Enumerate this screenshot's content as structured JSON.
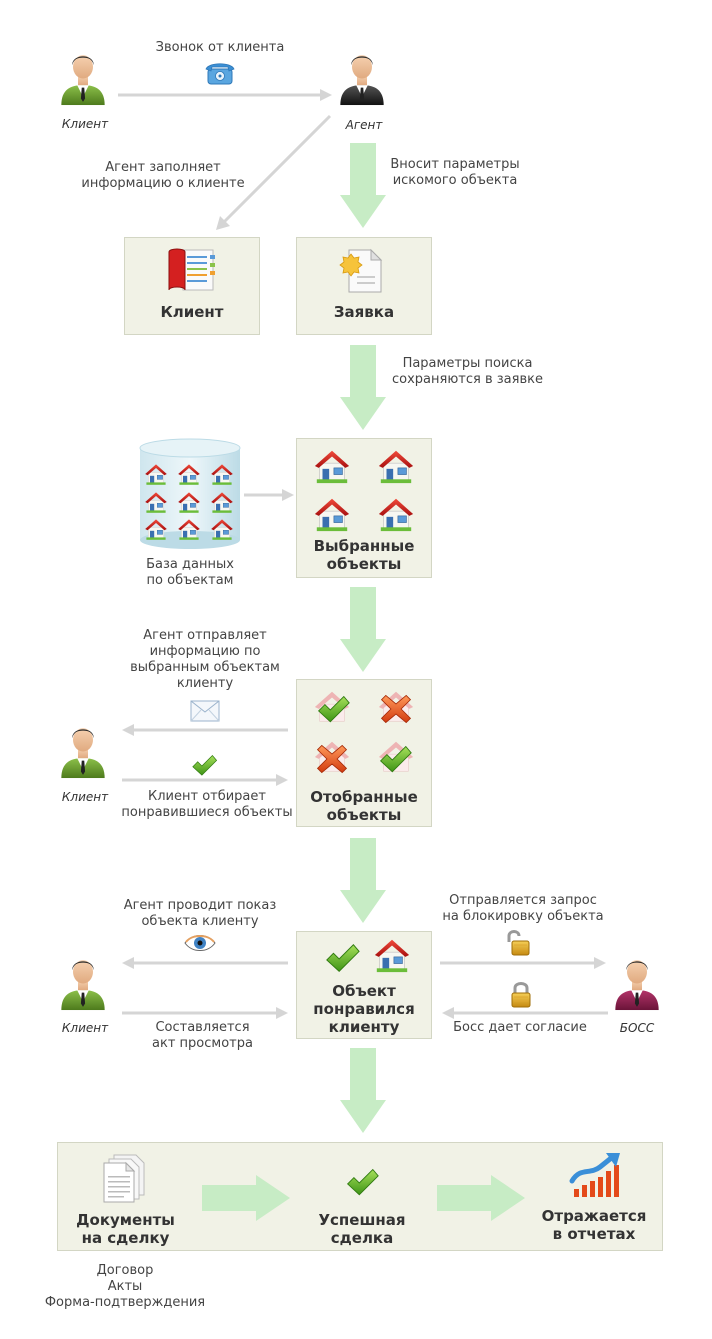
{
  "labels": {
    "call_from_client": "Звонок от клиента",
    "client_role_1": "Клиент",
    "agent_role": "Агент",
    "agent_fills_info": "Агент заполняет\nинформацию о клиенте",
    "enters_params": "Вносит параметры\nискомого объекта",
    "box_client": "Клиент",
    "box_request": "Заявка",
    "search_params_saved": "Параметры поиска\nсохраняются в заявке",
    "database": "База данных\nпо объектам",
    "box_selected": "Выбранные\nобъекты",
    "agent_sends_info": "Агент отправляет\nинформацию по\nвыбранным объектам\nклиенту",
    "client_role_2": "Клиент",
    "client_picks": "Клиент отбирает\nпонравившиеся объекты",
    "box_chosen": "Отобранные\nобъекты",
    "agent_shows": "Агент проводит показ\nобъекта клиенту",
    "lock_request": "Отправляется запрос\nна блокировку объекта",
    "client_role_3": "Клиент",
    "box_liked": "Объект\nпонравился\nклиенту",
    "boss_role": "БОСС",
    "viewing_act": "Составляется\nакт просмотра",
    "boss_agrees": "Босс дает согласие",
    "box_documents": "Документы\nна сделку",
    "box_success": "Успешная\nсделка",
    "box_reports": "Отражается\nв отчетах",
    "documents_list": "Договор\nАкты\nФорма-подтверждения"
  },
  "icons": {
    "person": "person-icon",
    "boss": "boss-icon",
    "phone": "phone-icon",
    "address_book": "address-book-icon",
    "document_seal": "document-seal-icon",
    "database": "database-icon",
    "house": "house-icon",
    "envelope": "envelope-icon",
    "check": "check-icon",
    "cross": "cross-icon",
    "eye": "eye-icon",
    "lock_open": "lock-open-icon",
    "lock_closed": "lock-closed-icon",
    "papers": "papers-icon",
    "chart_up": "chart-up-icon"
  },
  "colors": {
    "box_bg": "#f1f2e6",
    "box_border": "#d3d6c4",
    "flow_arrow": "#c7ecc5",
    "thin_arrow": "#d5d5d5",
    "client_suit": "#6a9a2c",
    "agent_suit": "#2b2b2b",
    "boss_suit": "#8a1f4a",
    "house_roof": "#cc1c1c",
    "check": "#6cb52a",
    "cross": "#e4561b"
  }
}
